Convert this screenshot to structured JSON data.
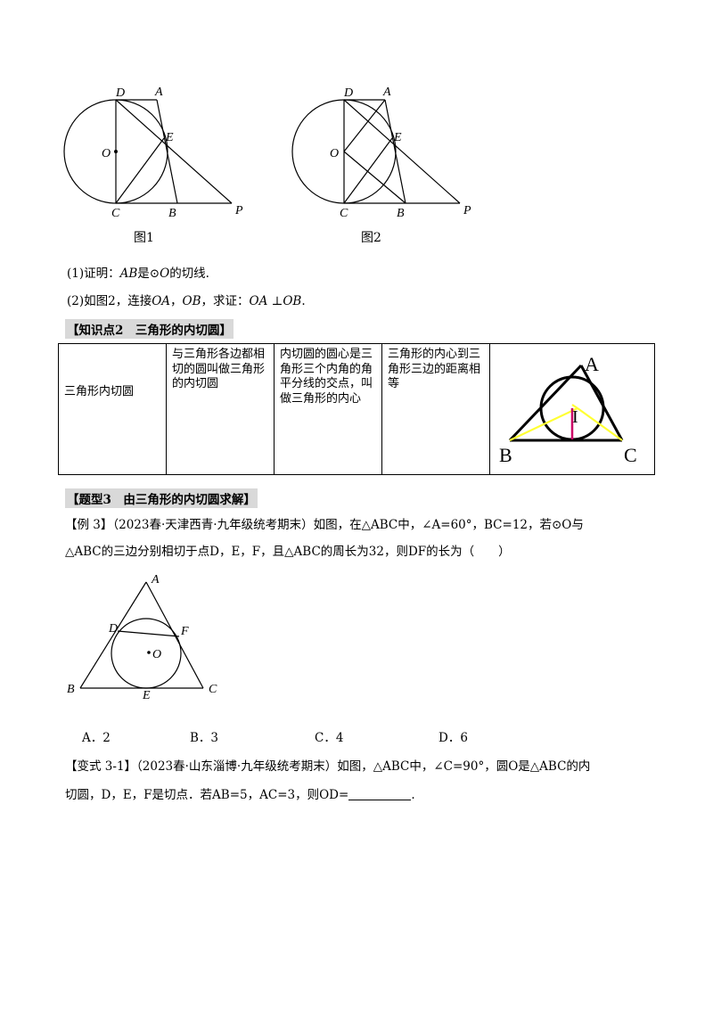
{
  "fig1": {
    "labels": {
      "D": "D",
      "A": "A",
      "O": "O",
      "E": "E",
      "C": "C",
      "B": "B",
      "P": "P"
    },
    "caption": "图1"
  },
  "fig2": {
    "labels": {
      "D": "D",
      "A": "A",
      "O": "O",
      "E": "E",
      "C": "C",
      "B": "B",
      "P": "P"
    },
    "caption": "图2"
  },
  "q1": {
    "prefix": "(1)证明：",
    "ab": "AB",
    "mid": "是⊙",
    "o": "O",
    "suffix": "的切线."
  },
  "q2": {
    "prefix": "(2)如图2，连接",
    "oa": "OA",
    "sep": "，",
    "ob": "OB",
    "mid": "，求证：",
    "concl": "OA ⊥OB",
    "end": "."
  },
  "heading_kp2": "【知识点2　三角形的内切圆】",
  "table": {
    "c1": "三角形内切圆",
    "c2": "与三角形各边都相切的圆叫做三角形的内切圆",
    "c3": "内切圆的圆心是三角形三个内角的角平分线的交点，叫做三角形的内心",
    "c4": "三角形的内心到三角形三边的距离相等",
    "fig_labels": {
      "A": "A",
      "I": "I",
      "B": "B",
      "C": "C"
    },
    "colors": {
      "bisector": "#ffff33",
      "radius": "#cc0066"
    }
  },
  "heading_t3": "【题型3　由三角形的内切圆求解】",
  "ex3": {
    "line1": "【例 3】（2023春·天津西青·九年级统考期末）如图，在△ABC中，∠A=60°，BC=12，若⊙O与",
    "line2": "△ABC的三边分别相切于点D，E，F，且△ABC的周长为32，则DF的长为（　　）"
  },
  "fig3": {
    "labels": {
      "A": "A",
      "D": "D",
      "F": "F",
      "O": "O",
      "B": "B",
      "E": "E",
      "C": "C"
    }
  },
  "options": {
    "a": "A．2",
    "b": "B．3",
    "c": "C．4",
    "d": "D．6"
  },
  "var31": {
    "line1": "【变式 3-1】（2023春·山东淄博·九年级统考期末）如图，△ABC中，∠C=90°，圆O是△ABC的内",
    "line2_pre": "切圆，D，E，F是切点．若AB=5，AC=3，则OD=",
    "line2_end": "."
  }
}
